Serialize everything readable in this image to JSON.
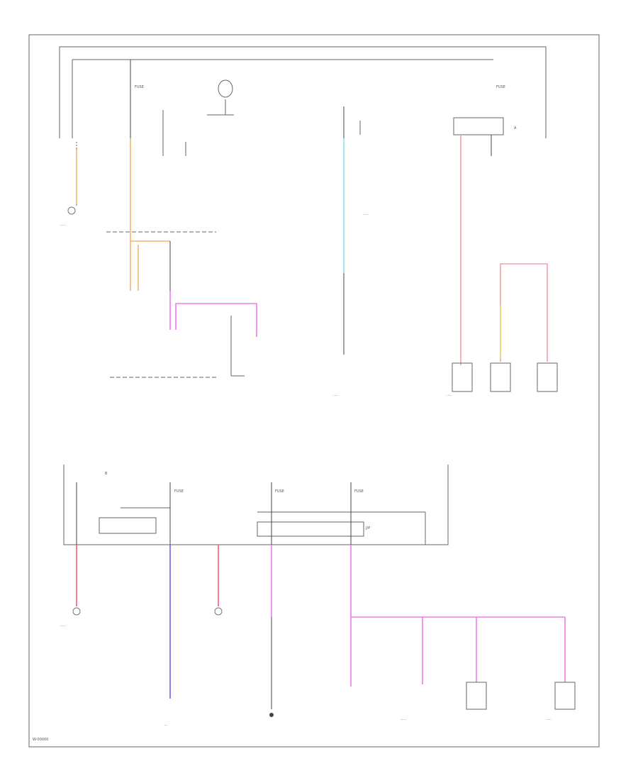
{
  "diagram": {
    "footer_code": "W-00000",
    "label_fuse": "FUSE",
    "label_jp": "J/P",
    "label_a": "A",
    "label_b": "B",
    "unreadable_label": "·····",
    "unreadable_short": "···",
    "wire_colors": {
      "orange": "#f6b46a",
      "pink": "#f07be8",
      "cyan": "#8ee3ee",
      "red": "#f06070",
      "salmon": "#f4a0a8",
      "yellow": "#e8e070",
      "blue": "#6a64e8",
      "grey": "#666666"
    }
  }
}
